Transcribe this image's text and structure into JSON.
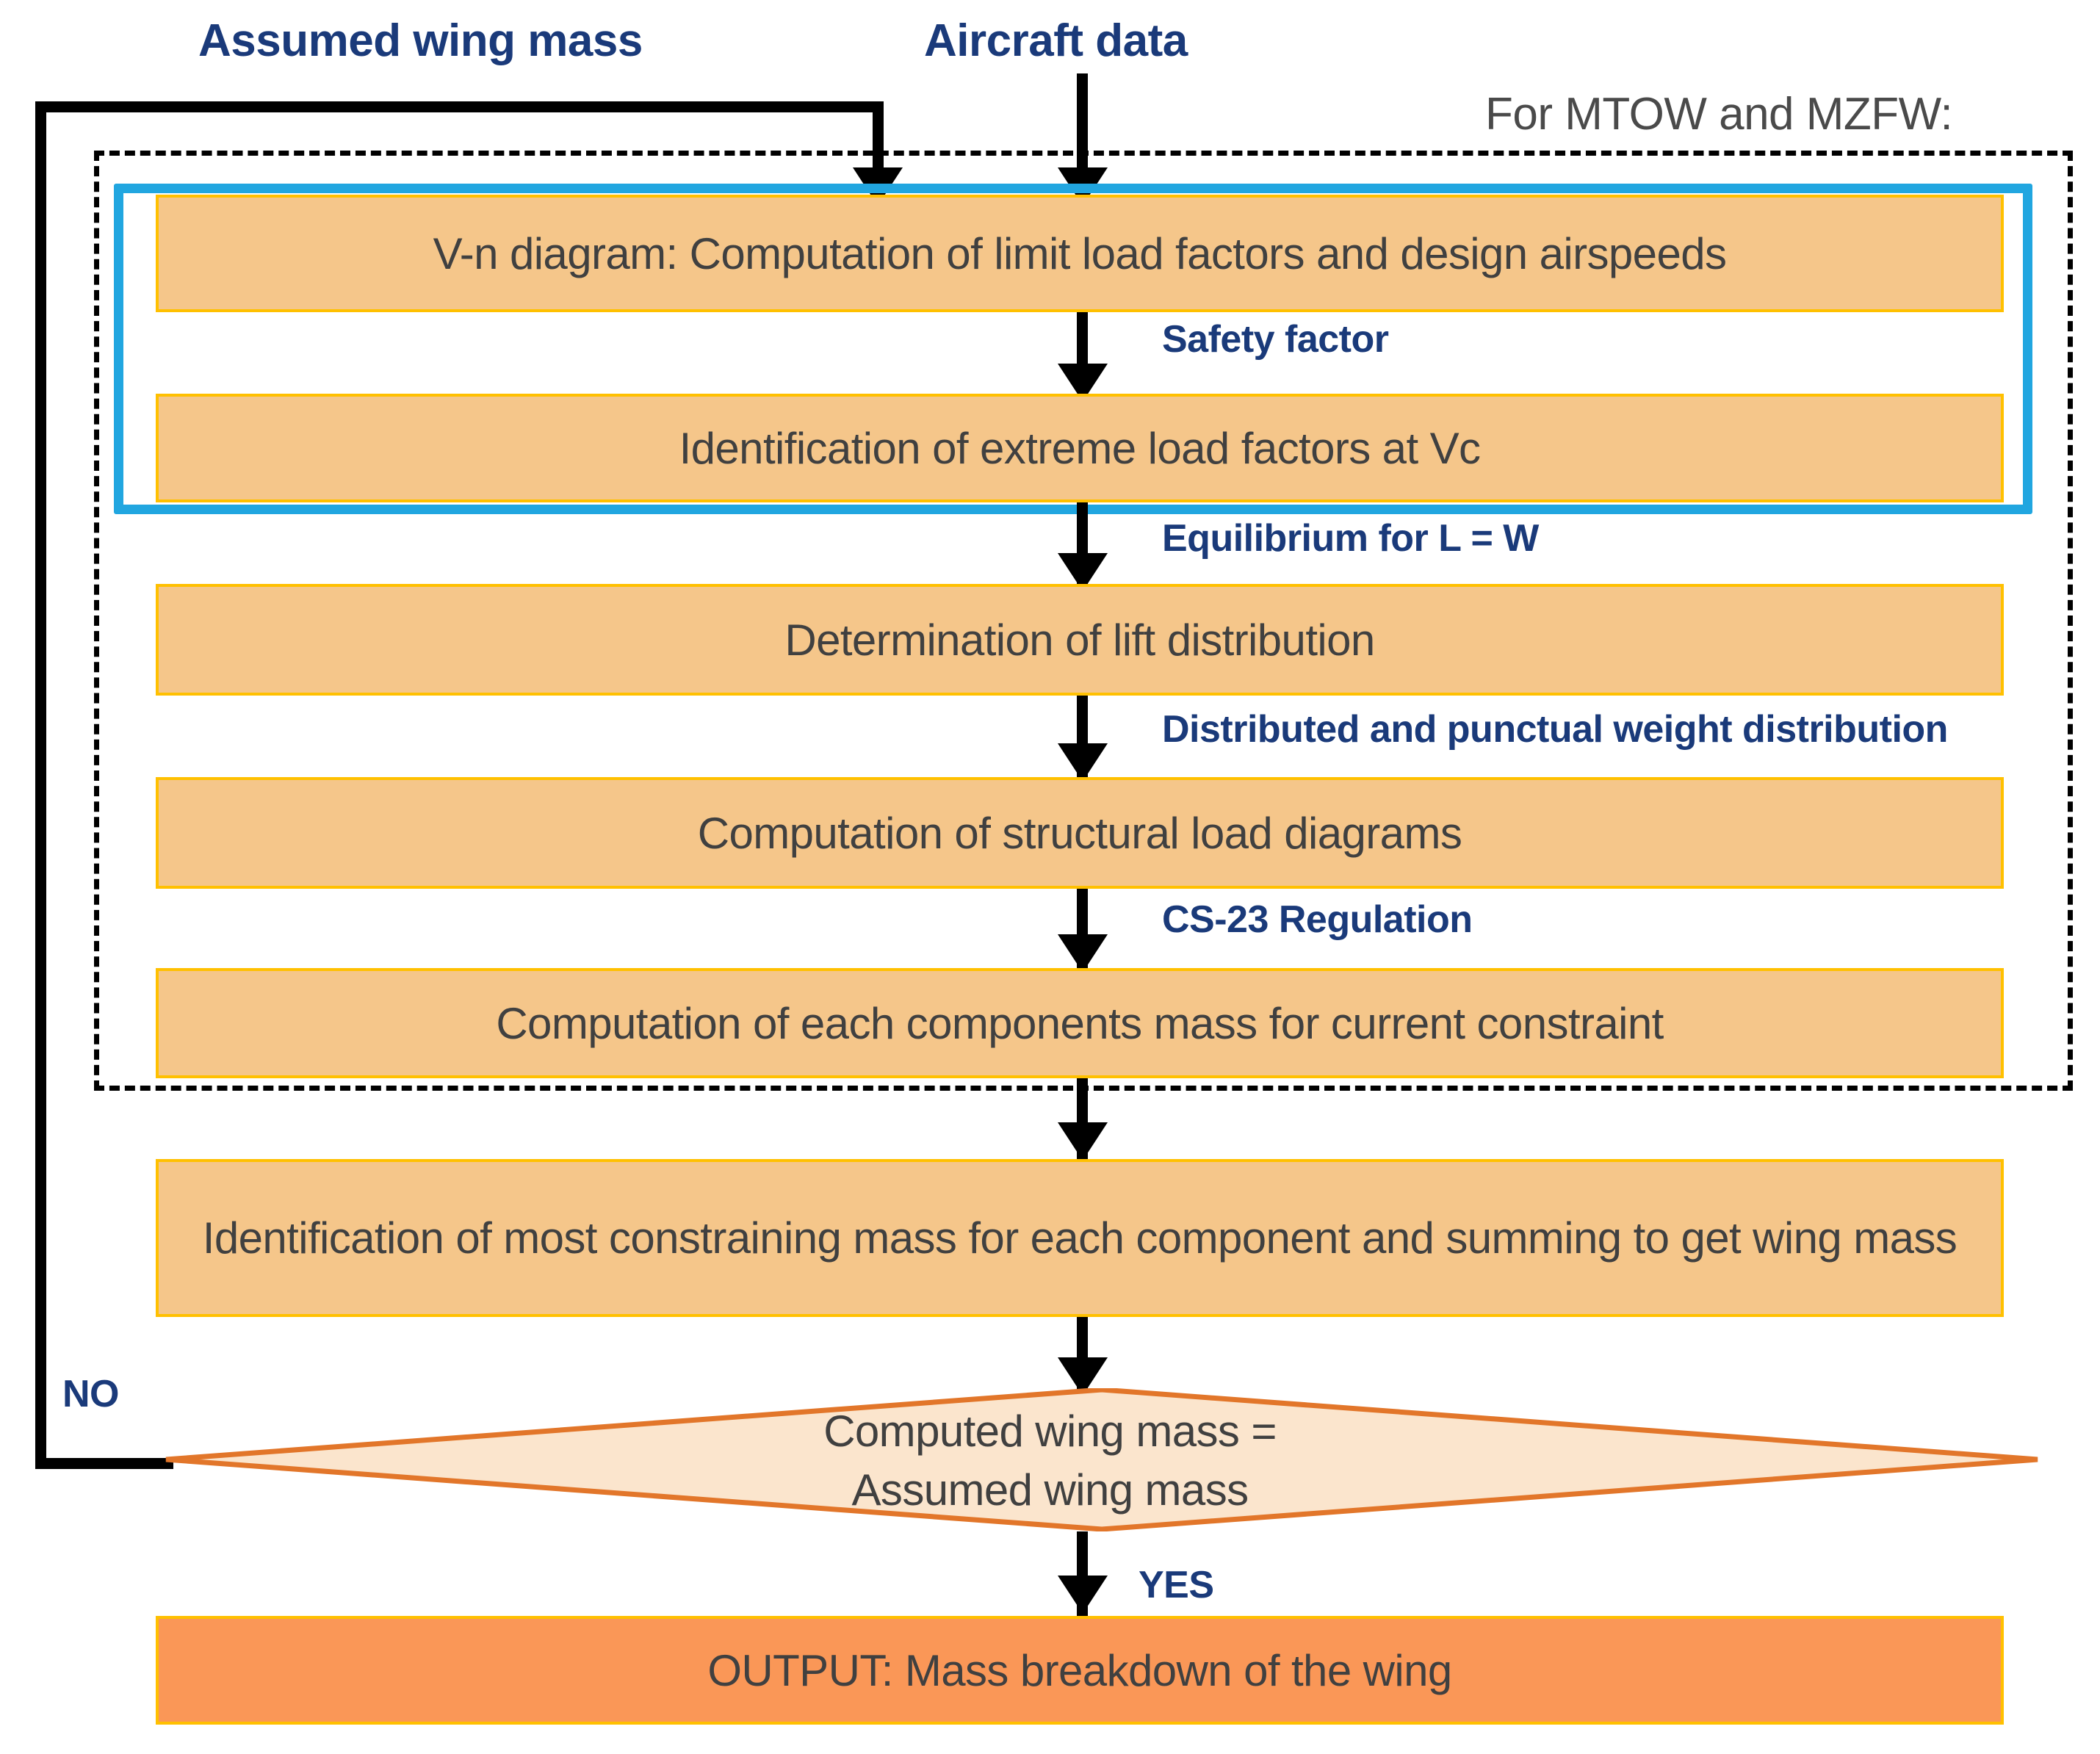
{
  "diagram": {
    "title_labels": {
      "assumed_wing_mass": "Assumed wing mass",
      "aircraft_data": "Aircraft data",
      "group_label": "For MTOW and MZFW:"
    },
    "process_boxes": [
      {
        "id": "vn-diagram",
        "label": "V-n diagram: Computation of limit load factors and design airspeeds"
      },
      {
        "id": "extreme-load-factors",
        "label": "Identification of extreme load factors at Vc"
      },
      {
        "id": "lift-distribution",
        "label": "Determination of lift distribution"
      },
      {
        "id": "structural-load",
        "label": "Computation of structural load diagrams"
      },
      {
        "id": "components-mass",
        "label": "Computation of each components mass for current constraint"
      },
      {
        "id": "constraining-mass",
        "label": "Identification of most constraining mass for each component and summing to get wing mass"
      }
    ],
    "edge_labels": [
      {
        "id": "safety-factor",
        "label": "Safety factor"
      },
      {
        "id": "equilibrium",
        "label": "Equilibrium for L = W"
      },
      {
        "id": "weight-distribution",
        "label": "Distributed and punctual weight distribution"
      },
      {
        "id": "cs23",
        "label": "CS-23 Regulation"
      },
      {
        "id": "no",
        "label": "NO"
      },
      {
        "id": "yes",
        "label": "YES"
      }
    ],
    "decision": {
      "id": "wing-mass-check",
      "line1": "Computed wing mass =",
      "line2": "Assumed wing mass"
    },
    "output_box": {
      "id": "output-mass-breakdown",
      "label": "OUTPUT: Mass breakdown of the wing"
    },
    "colors": {
      "process_fill": "#f5c68a",
      "process_border": "#ffc000",
      "output_fill": "#fa9757",
      "highlight_blue": "#21a6e0",
      "decision_fill": "#fbe5cd",
      "decision_border": "#e2762a",
      "label_blue": "#1a3a7a",
      "group_gray": "#4a4a4a",
      "connector_black": "#000000"
    }
  }
}
